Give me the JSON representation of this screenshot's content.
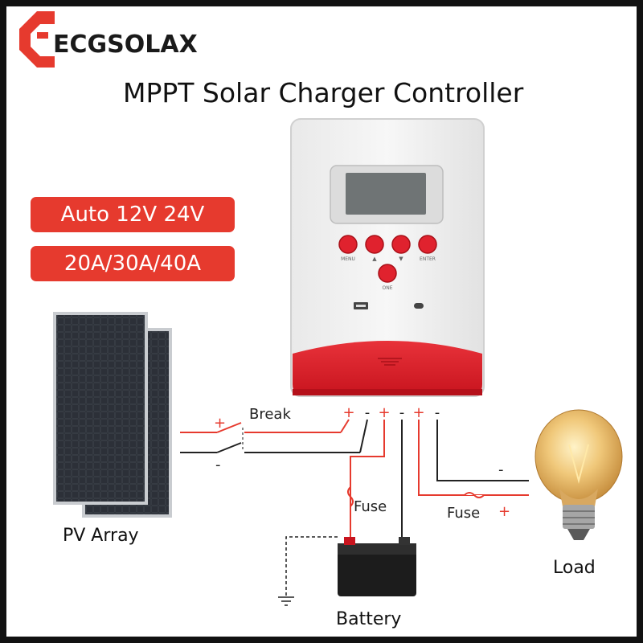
{
  "brand": {
    "name": "ECGSOLAX",
    "color": "#e63a2e",
    "logo_icon": "ecgsolax-logo-icon"
  },
  "title": "MPPT Solar Charger Controller",
  "badges": [
    "Auto 12V 24V",
    "20A/30A/40A"
  ],
  "controller": {
    "buttons": [
      "MENU",
      "▲",
      "▼",
      "ENTER"
    ],
    "one_button": "ONE",
    "ports": [
      "usb-a-port",
      "usb-c-port"
    ],
    "terminals": [
      "+",
      "-",
      "+",
      "-",
      "+",
      "-"
    ]
  },
  "diagram": {
    "pv_label": "PV Array",
    "break_label": "Break",
    "battery_label": "Battery",
    "load_label": "Load",
    "fuse_battery": "Fuse",
    "fuse_load": "Fuse",
    "plus": "+",
    "minus": "-"
  },
  "colors": {
    "wire_positive": "#e63a2e",
    "wire_negative": "#222222",
    "case_red": "#e0222e",
    "case_white": "#f4f4f4"
  }
}
